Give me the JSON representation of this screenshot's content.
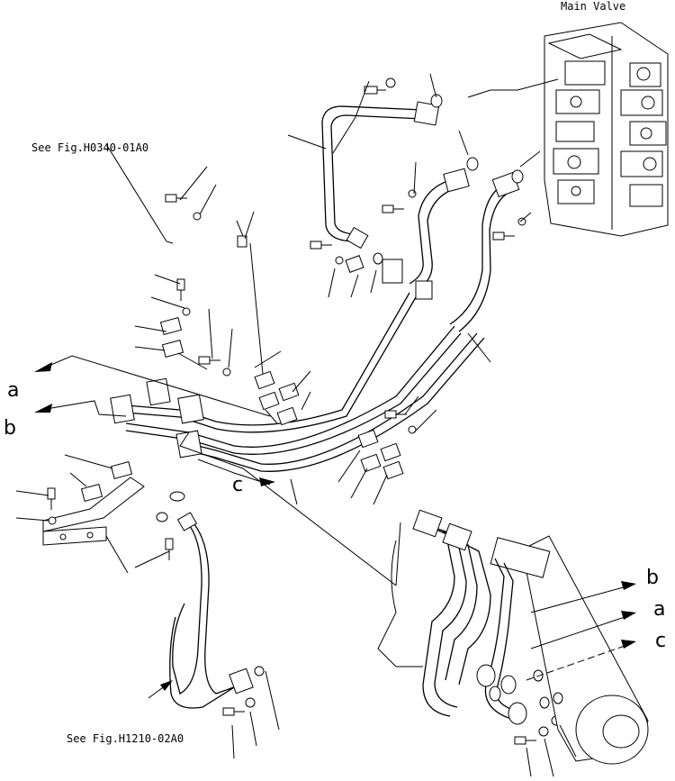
{
  "labels": {
    "main_valve": "Main Valve",
    "see_fig_top": "See Fig.H0340-01A0",
    "see_fig_bottom": "See Fig.H1210-02A0"
  },
  "callouts": {
    "left_a": "a",
    "left_b": "b",
    "left_c": "c",
    "right_a": "a",
    "right_b": "b",
    "right_c": "c"
  }
}
